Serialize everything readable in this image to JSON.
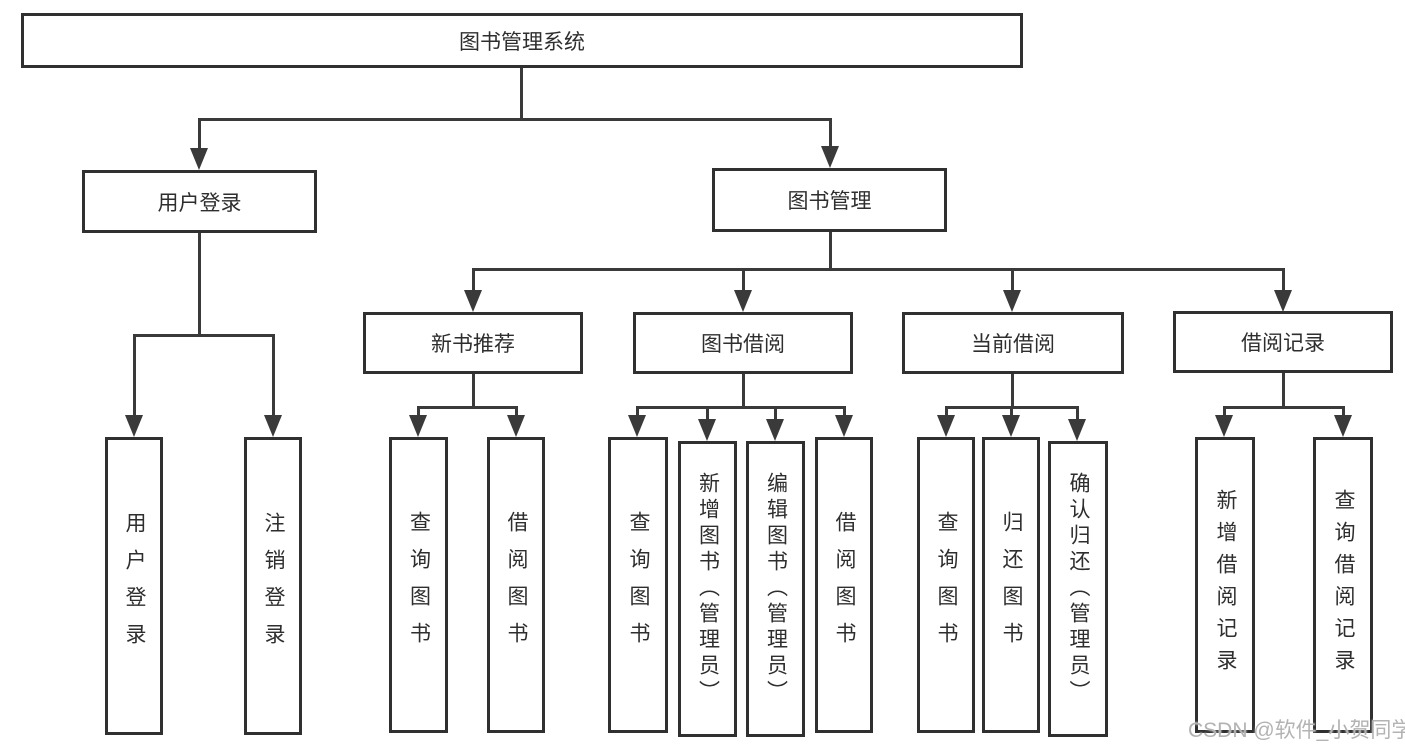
{
  "tree": {
    "root": {
      "label": "图书管理系统"
    },
    "user_login_branch": {
      "label": "用户登录",
      "children": [
        {
          "label": "用户登录"
        },
        {
          "label": "注销登录"
        }
      ]
    },
    "book_mgmt_branch": {
      "label": "图书管理",
      "sections": [
        {
          "label": "新书推荐",
          "children": [
            {
              "label": "查询图书"
            },
            {
              "label": "借阅图书"
            }
          ]
        },
        {
          "label": "图书借阅",
          "children": [
            {
              "label": "查询图书"
            },
            {
              "label": "新增图书（管理员）"
            },
            {
              "label": "编辑图书（管理员）"
            },
            {
              "label": "借阅图书"
            }
          ]
        },
        {
          "label": "当前借阅",
          "children": [
            {
              "label": "查询图书"
            },
            {
              "label": "归还图书"
            },
            {
              "label": "确认归还（管理员）"
            }
          ]
        },
        {
          "label": "借阅记录",
          "children": [
            {
              "label": "新增借阅记录"
            },
            {
              "label": "查询借阅记录"
            }
          ]
        }
      ]
    }
  },
  "watermark": "CSDN @软件_小贺同学",
  "colors": {
    "line": "#3a3a3a",
    "box_border": "#303030",
    "text": "#2e2e2e",
    "watermark": "#b3b3b3",
    "background": "#ffffff"
  }
}
